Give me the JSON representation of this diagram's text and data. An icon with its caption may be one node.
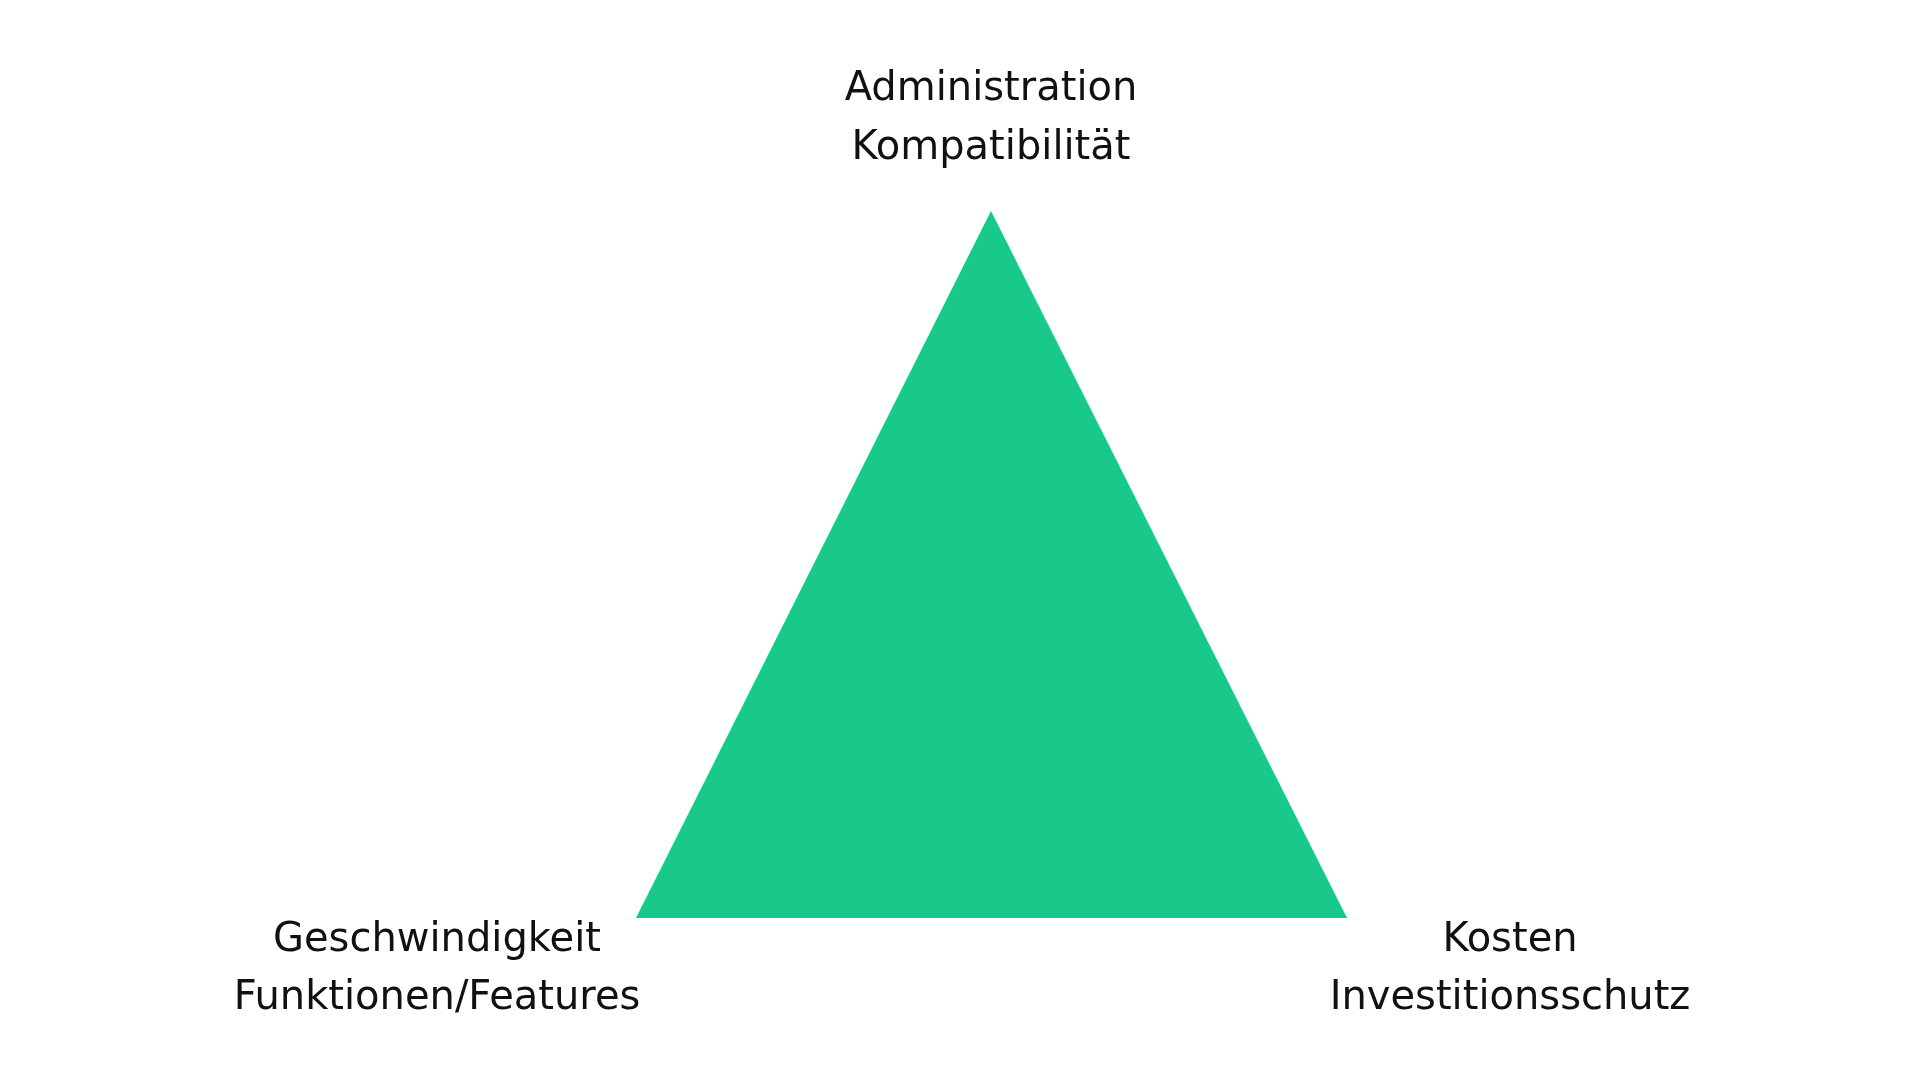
{
  "diagram": {
    "nodes": [
      {
        "text": [],
        "shape": "triangle"
      }
    ],
    "labels": [
      "Administration",
      "Kompatibilität",
      "Geschwindigkeit",
      "Funktionen/Features",
      "Kosten",
      "Investitionsschutz"
    ]
  }
}
